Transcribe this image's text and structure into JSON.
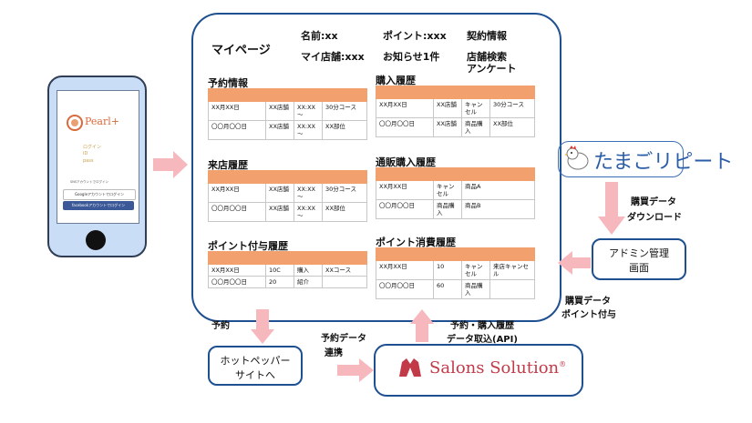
{
  "phone": {
    "logo": "Pearl+",
    "logo_sub": "",
    "login": "ログイン",
    "id": "ID",
    "pass": "pass",
    "sns_caption": "SNSアカウントでログイン",
    "google_btn": "Googleアカウントでログイン",
    "facebook_btn": "facebookアカウントでログイン"
  },
  "mypage": {
    "title": "マイページ",
    "name": "名前:xx",
    "store": "マイ店舗:xxx",
    "points": "ポイント:xxx",
    "notice": "お知らせ1件",
    "contract": "契約情報",
    "store_search": "店舗検索",
    "survey": "アンケート",
    "reservation": {
      "title": "予約情報",
      "rows": [
        [
          "XX月XX日",
          "XX店舗",
          "XX:XX ～",
          "30分コース"
        ],
        [
          "〇〇月〇〇日",
          "XX店舗",
          "XX:XX ～",
          "XX部位"
        ]
      ]
    },
    "visits": {
      "title": "来店履歴",
      "rows": [
        [
          "XX月XX日",
          "XX店舗",
          "XX:XX ～",
          "30分コース"
        ],
        [
          "〇〇月〇〇日",
          "XX店舗",
          "XX:XX ～",
          "XX部位"
        ]
      ]
    },
    "points_granted": {
      "title": "ポイント付与履歴",
      "rows": [
        [
          "XX月XX日",
          "10C",
          "購入",
          "XXコース"
        ],
        [
          "〇〇月〇〇日",
          "20",
          "紹介",
          ""
        ]
      ]
    },
    "purchases": {
      "title": "購入履歴",
      "rows": [
        [
          "XX月XX日",
          "XX店舗",
          "キャンセル",
          "30分コース"
        ],
        [
          "〇〇月〇〇日",
          "XX店舗",
          "商品購入",
          "XX部位"
        ]
      ]
    },
    "mail_order": {
      "title": "通販購入履歴",
      "rows": [
        [
          "XX月XX日",
          "キャンセル",
          "商品A"
        ],
        [
          "〇〇月〇〇日",
          "商品購入",
          "商品B"
        ]
      ]
    },
    "points_used": {
      "title": "ポイント消費履歴",
      "rows": [
        [
          "XX月XX日",
          "10",
          "キャンセル",
          "来店キャンセル"
        ],
        [
          "〇〇月〇〇日",
          "60",
          "商品購入",
          ""
        ]
      ]
    }
  },
  "tamago": {
    "name": "たまごリピート"
  },
  "labels": {
    "purchase_download_1": "購買データ",
    "purchase_download_2": "ダウンロード",
    "admin_1": "アドミン管理",
    "admin_2": "画面",
    "purchase_points_1": "購買データ",
    "purchase_points_2": "ポイント付与",
    "reserve": "予約",
    "hotpepper_1": "ホットペッパー",
    "hotpepper_2": "サイトへ",
    "link_1": "予約データ",
    "link_2": "連携",
    "import_1": "予約・購入履歴",
    "import_2": "データ取込(API)"
  },
  "salons": {
    "name": "Salons Solution",
    "mark": "®"
  },
  "colors": {
    "accent": "#f3a06f",
    "frame": "#1d4f91",
    "arrow": "#f6b8bd"
  }
}
